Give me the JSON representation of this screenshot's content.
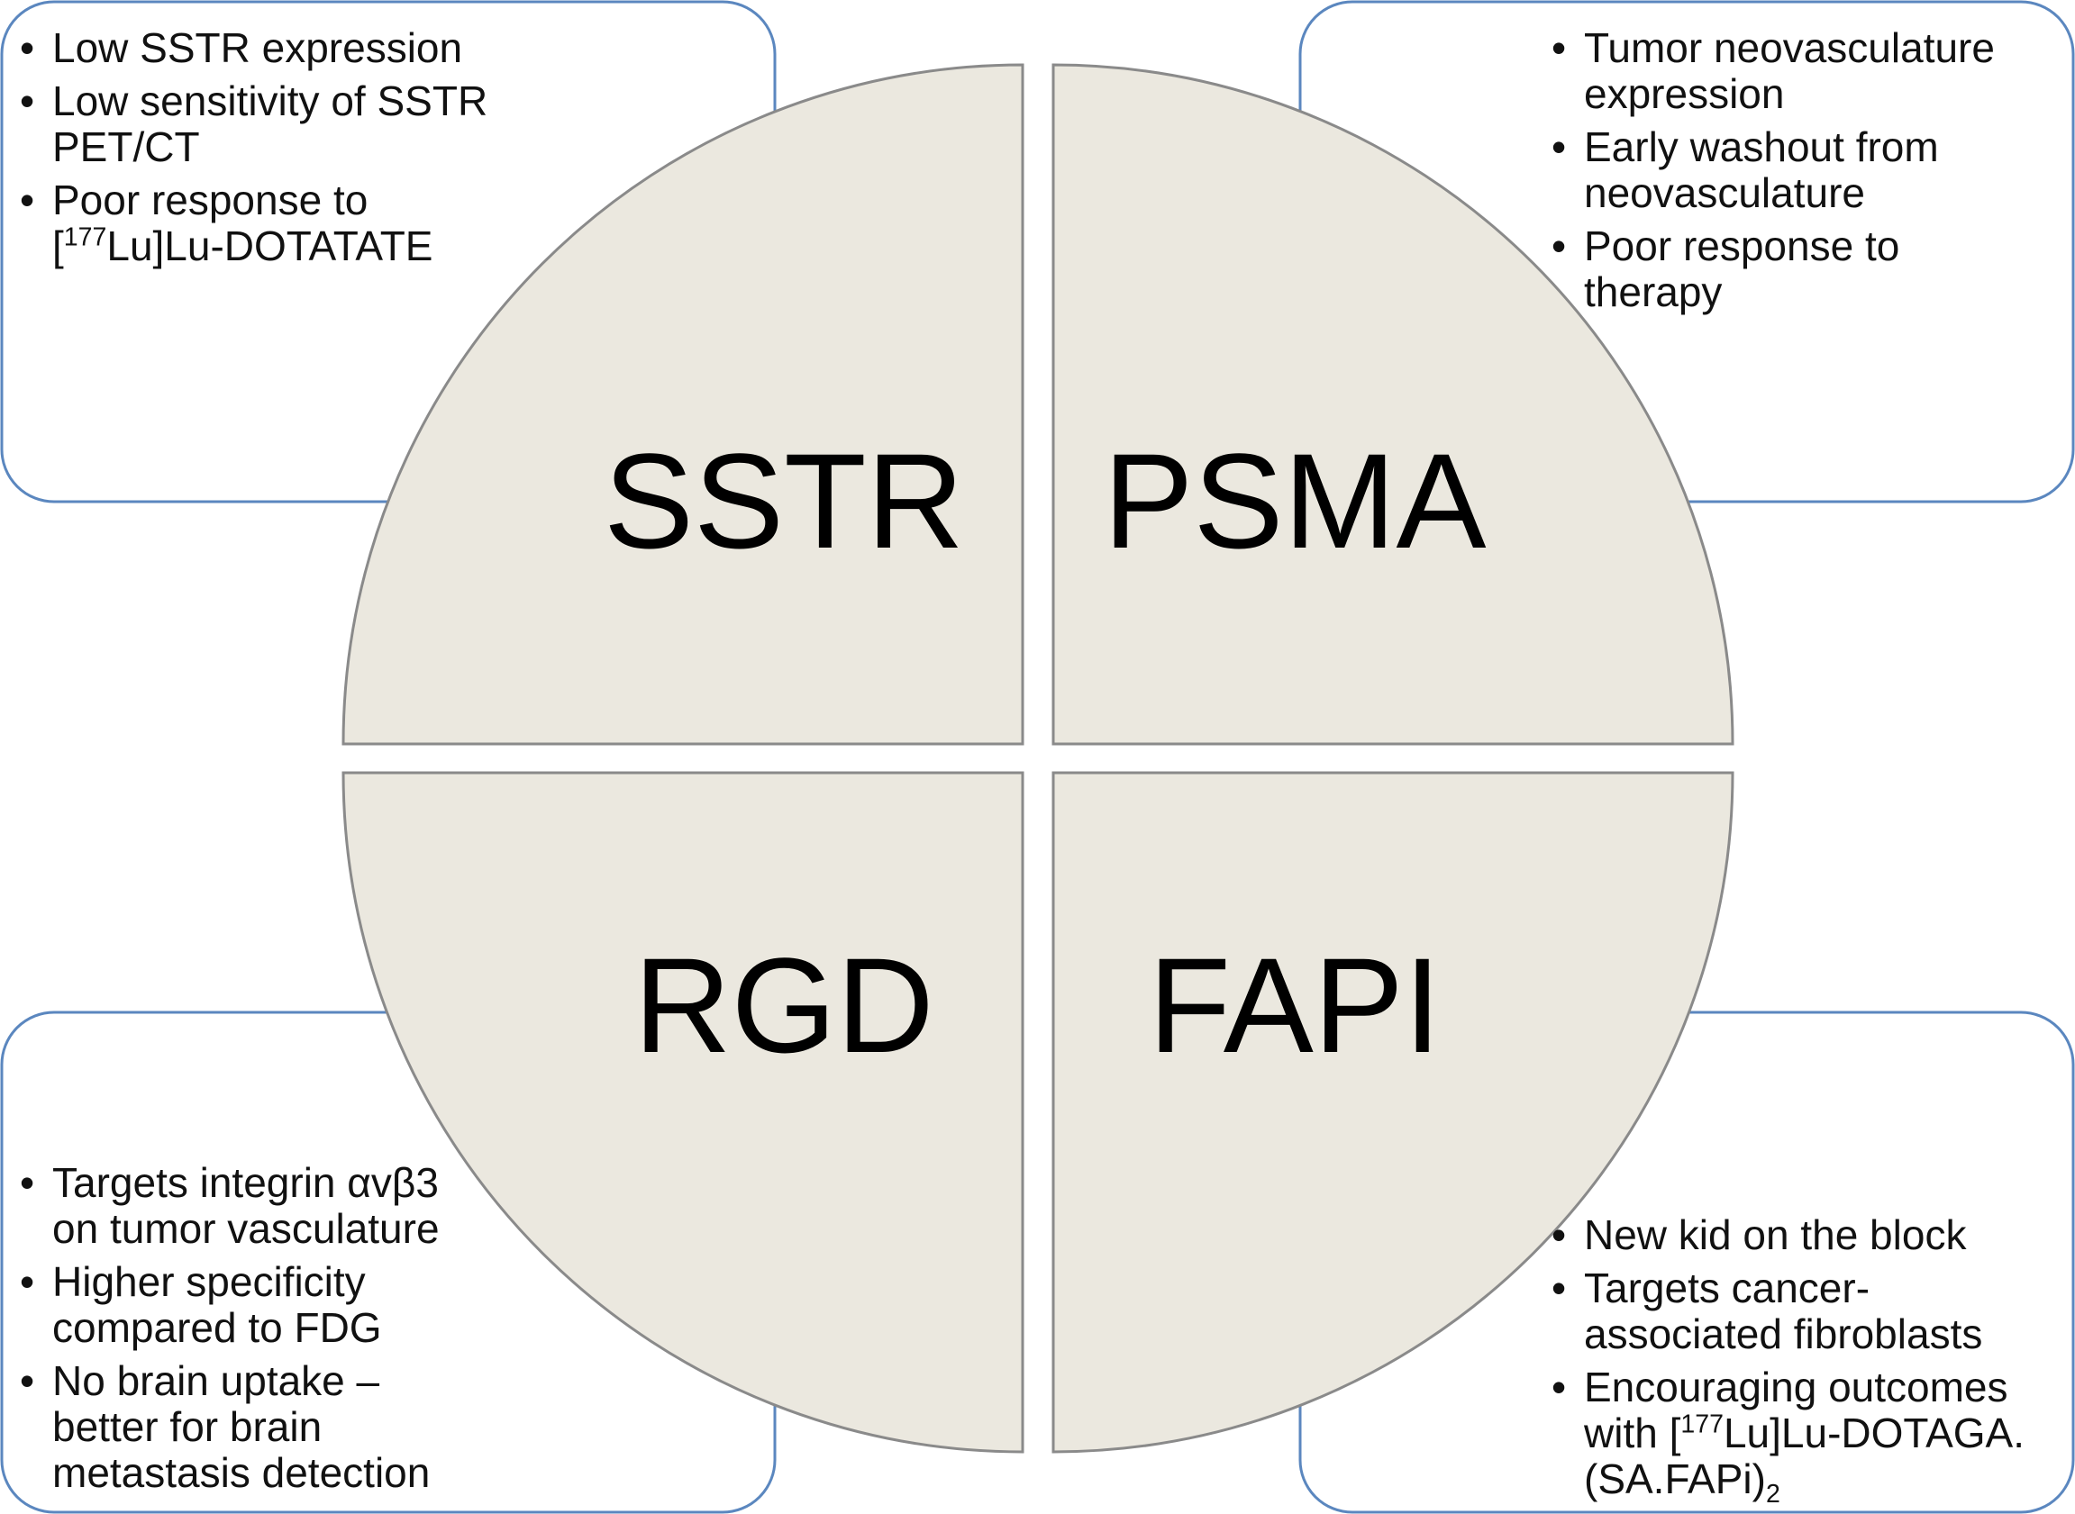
{
  "quadrants": {
    "top_left": "SSTR",
    "top_right": "PSMA",
    "bottom_left": "RGD",
    "bottom_right": "FAPI"
  },
  "boxes": {
    "top_left": {
      "item1": "Low SSTR expression",
      "item2": "Low sensitivity of SSTR PET/CT",
      "item3_pre": "Poor response to [",
      "item3_sup": "177",
      "item3_post": "Lu]Lu-DOTATATE"
    },
    "top_right": {
      "item1": "Tumor neovasculature expression",
      "item2": "Early washout from neovasculature",
      "item3": "Poor response to therapy"
    },
    "bottom_left": {
      "item1": "Targets integrin αvβ3 on tumor vasculature",
      "item2": "Higher specificity compared to FDG",
      "item3": "No brain uptake – better for brain metastasis detection"
    },
    "bottom_right": {
      "item1": "New kid on the block",
      "item2": "Targets cancer-associated fibroblasts",
      "item3_pre": "Encouraging outcomes with [",
      "item3_sup": "177",
      "item3_mid": "Lu]Lu-DOTAGA.(SA.FAPi)",
      "item3_sub": "2"
    }
  },
  "colors": {
    "quadrant_fill": "#ebe8df",
    "quadrant_stroke": "#8a8a8a",
    "box_border": "#5b87bf"
  }
}
